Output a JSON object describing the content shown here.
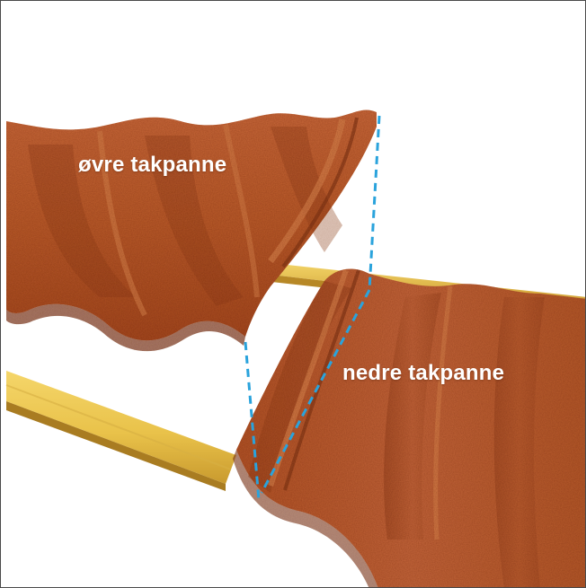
{
  "labels": {
    "upper_tile": "øvre takpanne",
    "lower_tile": "nedre takpanne"
  },
  "colors": {
    "frame_border": "#4a4a4a",
    "label_text": "#ffffff",
    "tile_base": "#b95a28",
    "tile_dark": "#8e3b17",
    "tile_light": "#d2773f",
    "batten_wood": "#e9c24a",
    "guide_line": "#2aa3dc"
  },
  "icons": {
    "guide": "dashed-alignment-line"
  }
}
